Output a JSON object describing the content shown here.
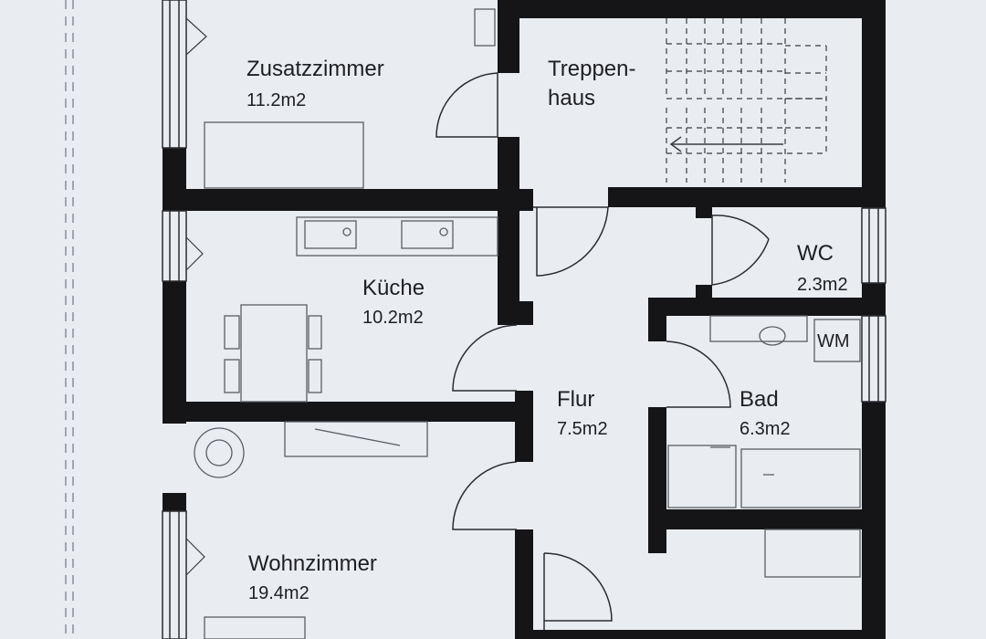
{
  "rooms": {
    "zusatzzimmer": {
      "name": "Zusatzzimmer",
      "area": "11.2m2"
    },
    "treppenhaus": {
      "name_line1": "Treppen-",
      "name_line2": "haus"
    },
    "kueche": {
      "name": "Küche",
      "area": "10.2m2"
    },
    "wc": {
      "name": "WC",
      "area": "2.3m2"
    },
    "flur": {
      "name": "Flur",
      "area": "7.5m2"
    },
    "bad": {
      "name": "Bad",
      "area": "6.3m2"
    },
    "wohnzimmer": {
      "name": "Wohnzimmer",
      "area": "19.4m2"
    }
  },
  "fixtures": {
    "washing_machine": "WM"
  },
  "colors": {
    "wall": "#151518",
    "background": "#e9edf1",
    "line": "#5a5d63"
  }
}
